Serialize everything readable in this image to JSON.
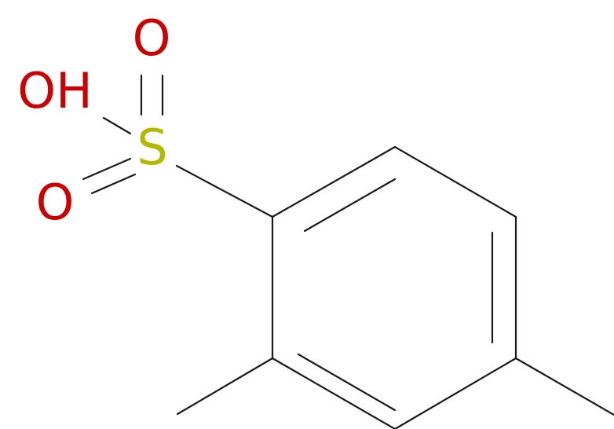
{
  "structure": {
    "atoms": [
      {
        "name": "oxygen-top",
        "label": "O",
        "element": "O"
      },
      {
        "name": "hydroxyl",
        "label": "OH",
        "element": "O"
      },
      {
        "name": "sulfur",
        "label": "S",
        "element": "S"
      },
      {
        "name": "oxygen-left",
        "label": "O",
        "element": "O"
      }
    ],
    "colors": {
      "oxygen": "#cc0000",
      "sulfur": "#b5b800",
      "bond": "#1a1a1a",
      "background": "#ffffff"
    }
  }
}
